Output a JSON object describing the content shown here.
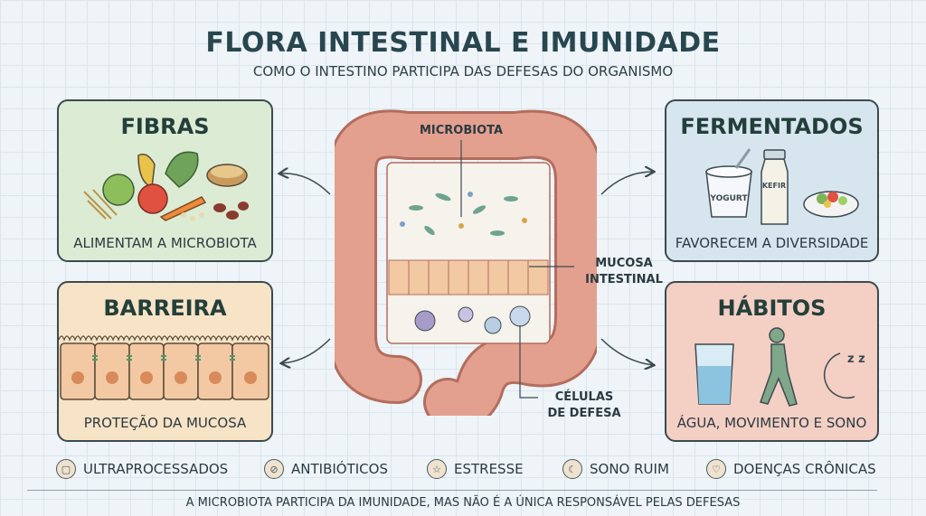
{
  "title": "FLORA INTESTINAL E IMUNIDADE",
  "subtitle": "COMO O INTESTINO PARTICIPA DAS DEFESAS DO ORGANISMO",
  "cards": {
    "fibras": {
      "heading": "FIBRAS",
      "caption": "ALIMENTAM A MICROBIOTA"
    },
    "barreira": {
      "heading": "BARREIRA",
      "caption": "PROTEÇÃO DA MUCOSA"
    },
    "fermentados": {
      "heading": "FERMENTADOS",
      "caption": "FAVORECEM A DIVERSIDADE",
      "yogurt_label": "YOGURT",
      "kefir_label": "KEFIR"
    },
    "habitos": {
      "heading": "HÁBITOS",
      "caption": "ÁGUA, MOVIMENTO E SONO",
      "sleep_label": "z z"
    }
  },
  "gut_labels": {
    "microbiota": "MICROBIOTA",
    "mucosa_line1": "MUCOSA",
    "mucosa_line2": "INTESTINAL",
    "cells_line1": "CÉLULAS",
    "cells_line2": "DE DEFESA"
  },
  "risk_factors": [
    {
      "label": "ULTRAPROCESSADOS",
      "icon": "package-icon"
    },
    {
      "label": "ANTIBIÓTICOS",
      "icon": "pill-icon"
    },
    {
      "label": "ESTRESSE",
      "icon": "star-icon"
    },
    {
      "label": "SONO RUIM",
      "icon": "moon-icon"
    },
    {
      "label": "DOENÇAS CRÔNICAS",
      "icon": "heart-icon"
    }
  ],
  "footnote": "A MICROBIOTA PARTICIPA DA IMUNIDADE, MAS NÃO É A ÚNICA RESPONSÁVEL PELAS DEFESAS",
  "colors": {
    "fibras_bg": "#dcebd4",
    "barreira_bg": "#f7e3c6",
    "fermentados_bg": "#d7e5ef",
    "habitos_bg": "#f4cfc4",
    "intestine": "#e3a08f"
  }
}
